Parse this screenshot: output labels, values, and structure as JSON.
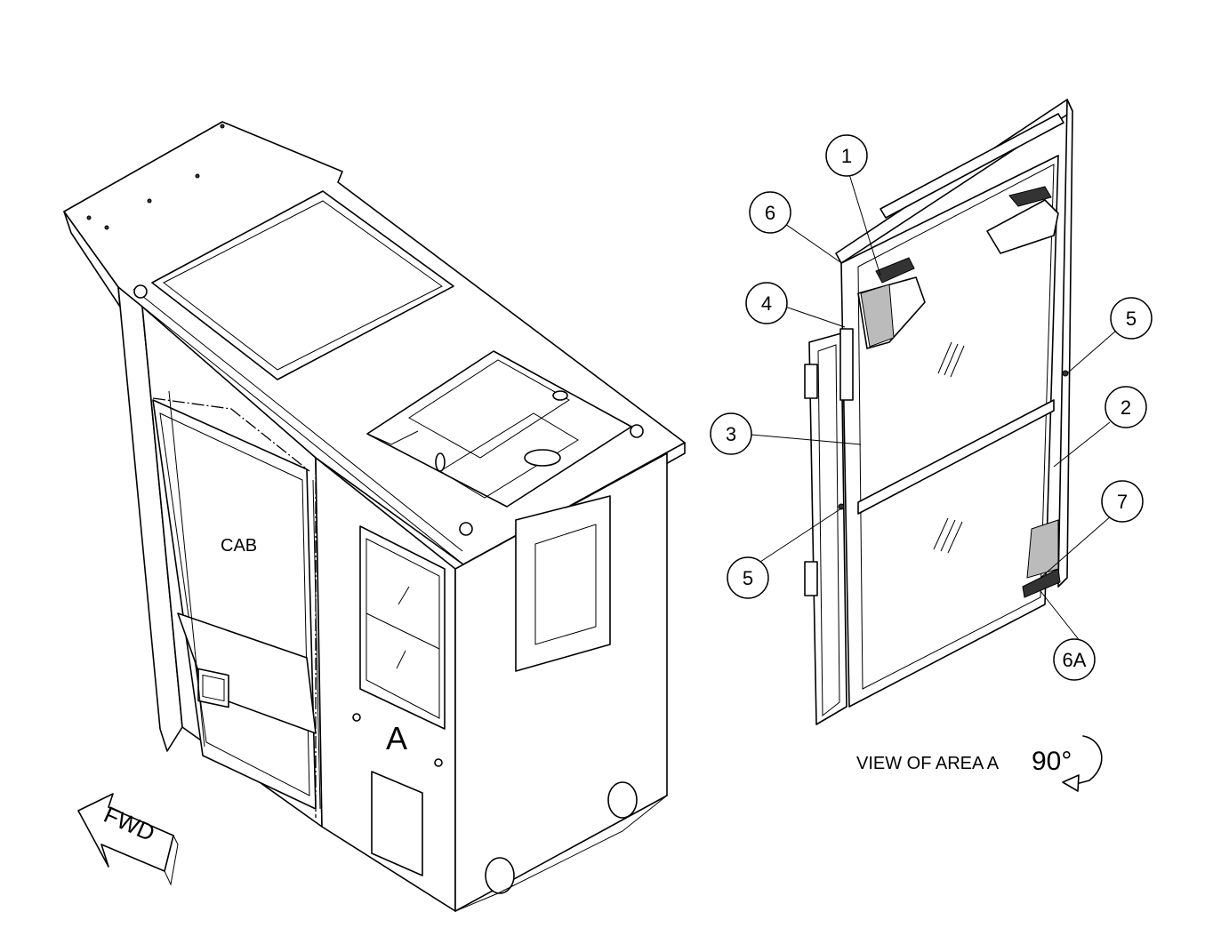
{
  "labels": {
    "cab": "CAB",
    "area": "A",
    "fwd": "FWD",
    "view": "VIEW OF AREA A",
    "rotation": "90°"
  },
  "callouts": [
    "1",
    "6",
    "4",
    "5",
    "3",
    "2",
    "7",
    "5",
    "6A"
  ]
}
